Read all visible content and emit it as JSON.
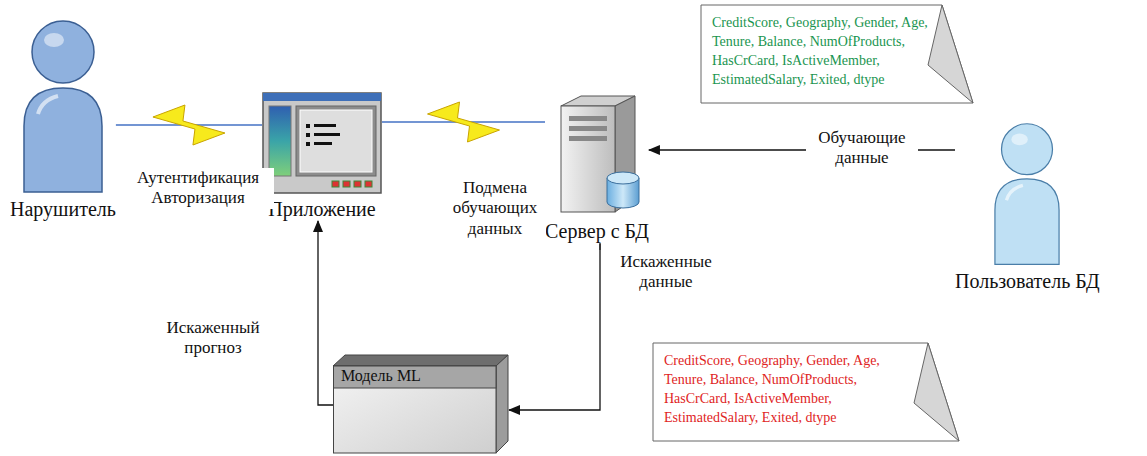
{
  "diagram": {
    "nodes": [
      {
        "text": [
          "Нарушитель"
        ]
      },
      {
        "text": [
          "Приложение"
        ]
      },
      {
        "text": [
          "Сервер с БД"
        ]
      },
      {
        "text": [
          "CreditScore, Geography, Gender, Age, Tenure, Balance, NumOfProducts, HasCrCard, IsActiveMember, EstimatedSalary, Exited, dtype"
        ]
      },
      {
        "text": [
          "Пользователь БД"
        ]
      },
      {
        "text": [
          "Модель ML"
        ]
      },
      {
        "text": [
          "CreditScore, Geography, Gender, Age, Tenure, Balance, NumOfProducts, HasCrCard, IsActiveMember, EstimatedSalary, Exited, dtype"
        ]
      }
    ],
    "edges": [
      {
        "from": 0,
        "to": 1,
        "arrow": "none",
        "label": "Аутентификация Авторизация"
      },
      {
        "from": 1,
        "to": 2,
        "arrow": "none",
        "label": "Подмена обучающих данных"
      },
      {
        "from": 4,
        "to": 2,
        "arrow": "to",
        "label": "Обучающие данные"
      },
      {
        "from": 2,
        "to": 5,
        "arrow": "to",
        "label": "Искаженные данные"
      },
      {
        "from": 5,
        "to": 1,
        "arrow": "to",
        "label": "Искаженный прогноз"
      }
    ]
  }
}
